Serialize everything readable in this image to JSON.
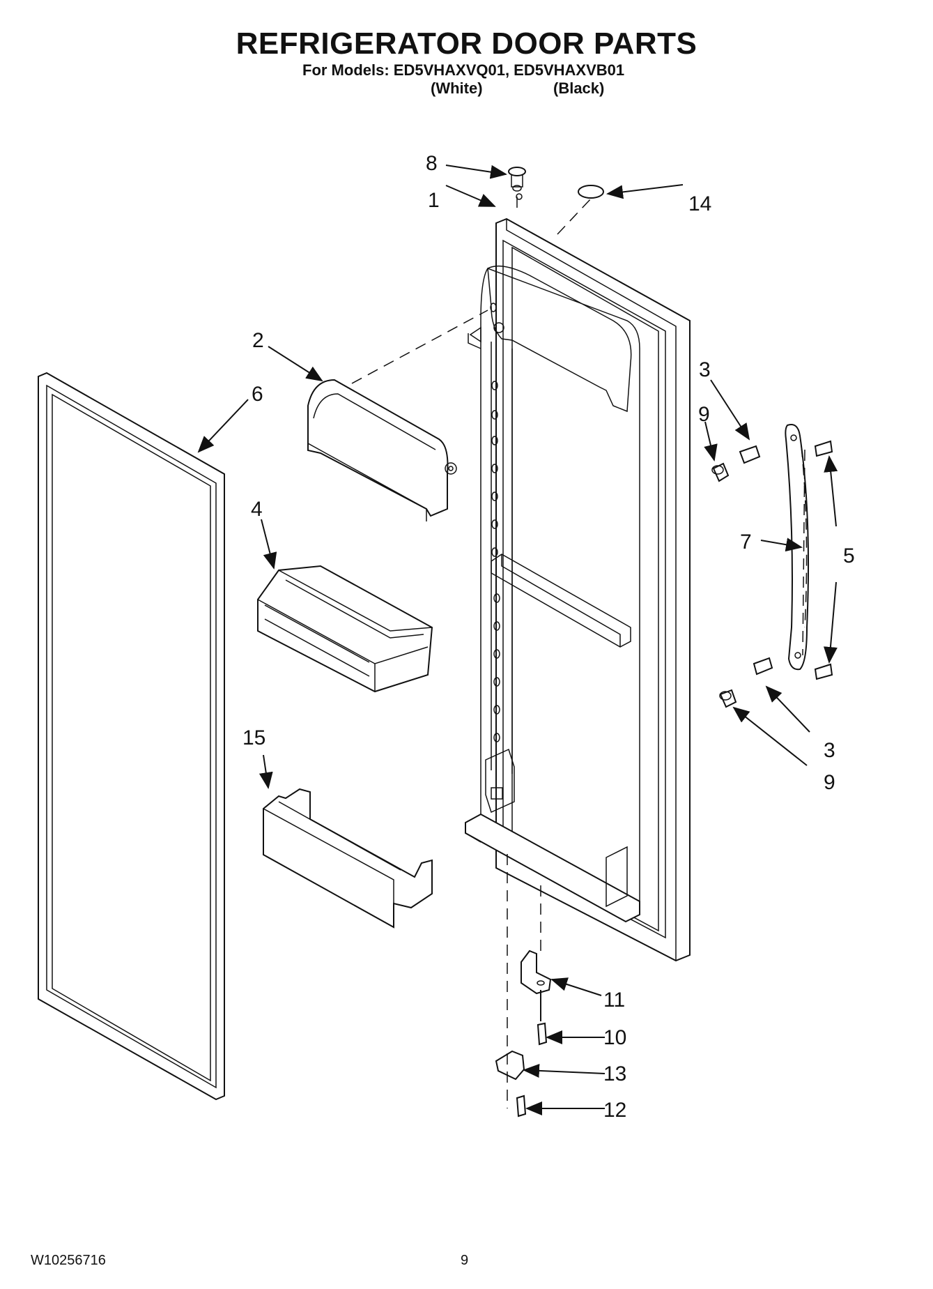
{
  "header": {
    "title": "REFRIGERATOR DOOR PARTS",
    "models_line": "For Models: ED5VHAXVQ01, ED5VHAXVB01",
    "color_white": "(White)",
    "color_black": "(Black)"
  },
  "callouts": {
    "c1": "1",
    "c2": "2",
    "c3a": "3",
    "c3b": "3",
    "c4": "4",
    "c5": "5",
    "c6": "6",
    "c7": "7",
    "c8": "8",
    "c9a": "9",
    "c9b": "9",
    "c10": "10",
    "c11": "11",
    "c12": "12",
    "c13": "13",
    "c14": "14",
    "c15": "15"
  },
  "footer": {
    "doc_number": "W10256716",
    "page_number": "9"
  }
}
